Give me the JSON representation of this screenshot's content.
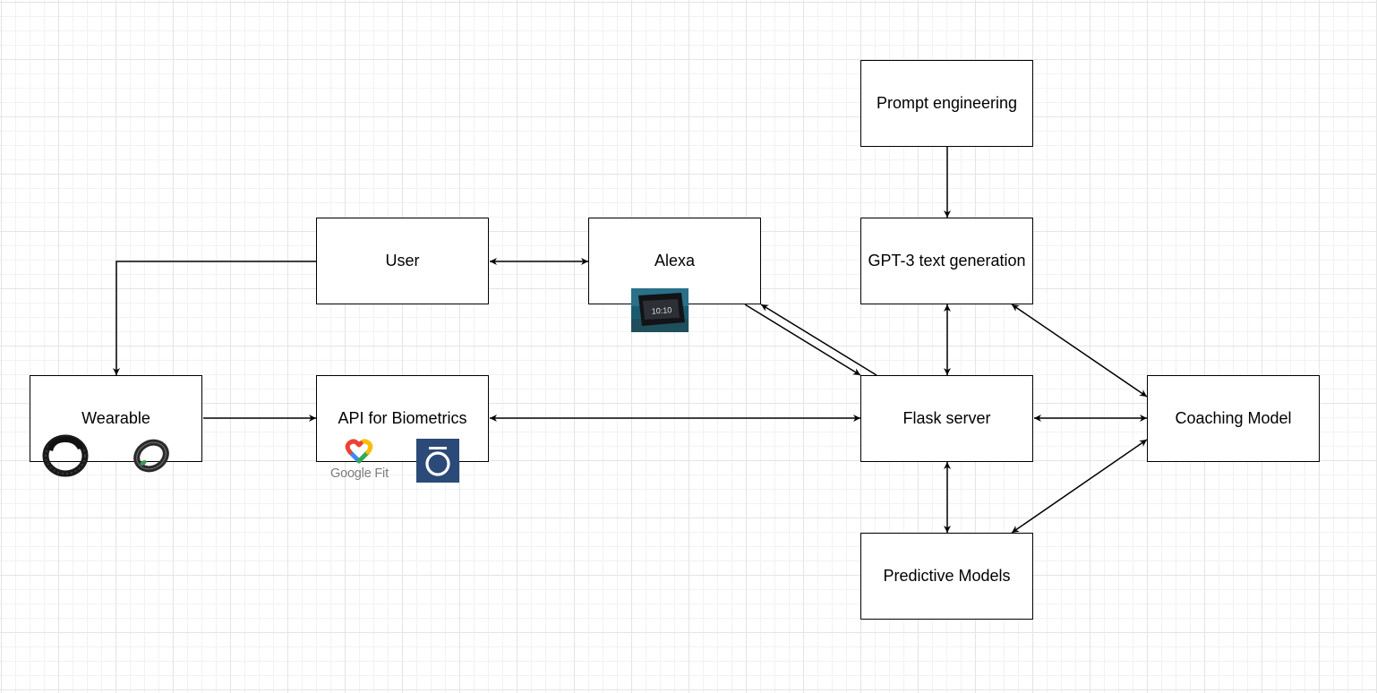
{
  "diagram": {
    "nodes": {
      "prompt_engineering": "Prompt engineering",
      "user": "User",
      "alexa": "Alexa",
      "gpt3": "GPT-3 text generation",
      "wearable": "Wearable",
      "api_biometrics": "API for Biometrics",
      "flask_server": "Flask server",
      "coaching_model": "Coaching Model",
      "predictive_models": "Predictive Models"
    },
    "logos": {
      "google_fit": "Google Fit"
    },
    "icons": [
      "echo-show-device-icon",
      "fitness-band-icon",
      "smart-ring-icon",
      "google-fit-heart-icon",
      "oura-logo-icon"
    ],
    "edges": [
      {
        "from": "User",
        "to": "Alexa",
        "direction": "both"
      },
      {
        "from": "User",
        "to": "Wearable",
        "direction": "forward"
      },
      {
        "from": "Wearable",
        "to": "API for Biometrics",
        "direction": "forward"
      },
      {
        "from": "API for Biometrics",
        "to": "Flask server",
        "direction": "both"
      },
      {
        "from": "Alexa",
        "to": "Flask server",
        "direction": "forward"
      },
      {
        "from": "Flask server",
        "to": "Alexa",
        "direction": "forward"
      },
      {
        "from": "Prompt engineering",
        "to": "GPT-3 text generation",
        "direction": "forward"
      },
      {
        "from": "GPT-3 text generation",
        "to": "Flask server",
        "direction": "both"
      },
      {
        "from": "GPT-3 text generation",
        "to": "Coaching Model",
        "direction": "both"
      },
      {
        "from": "Flask server",
        "to": "Coaching Model",
        "direction": "both"
      },
      {
        "from": "Flask server",
        "to": "Predictive Models",
        "direction": "both"
      },
      {
        "from": "Predictive Models",
        "to": "Coaching Model",
        "direction": "both"
      }
    ]
  }
}
